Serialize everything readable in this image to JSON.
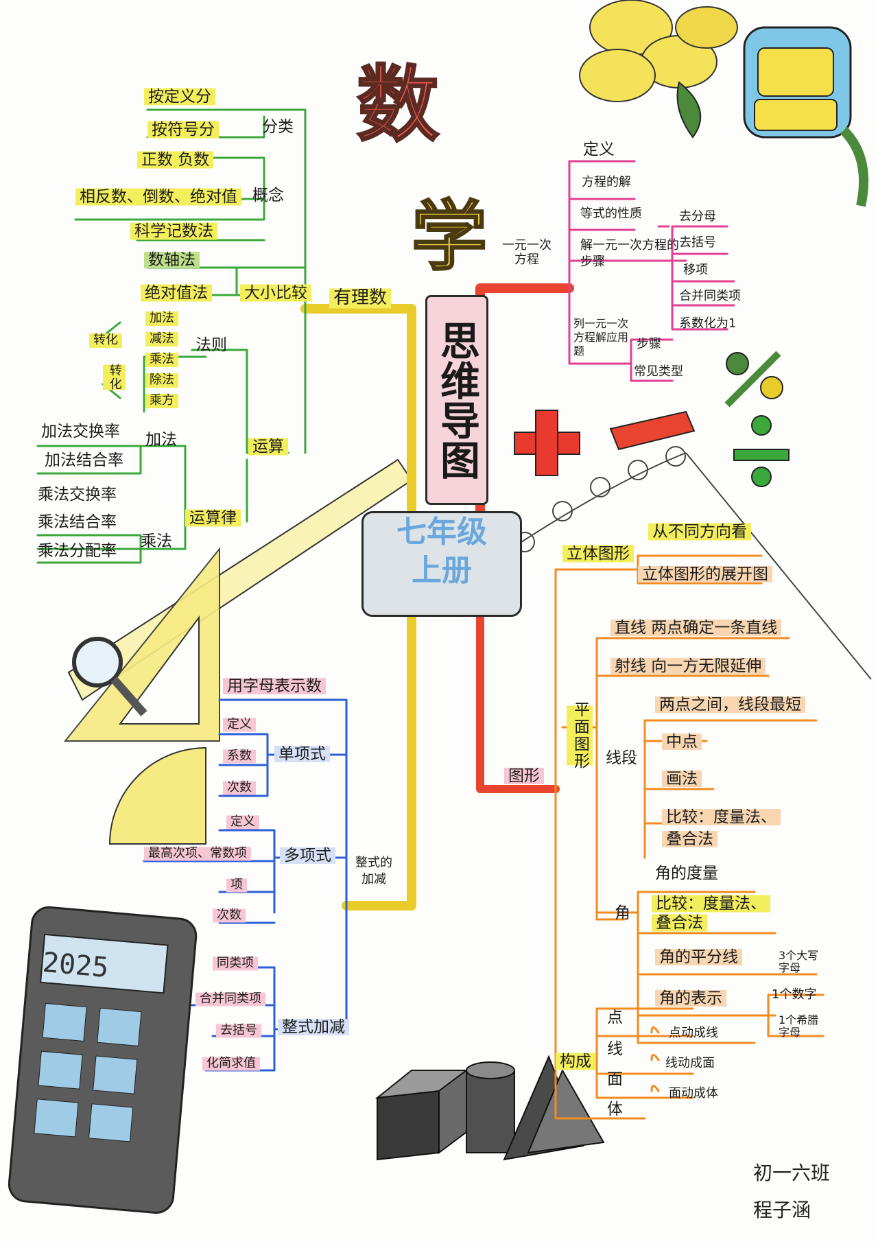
{
  "title": {
    "char1": "数",
    "char2": "学",
    "vertical": "思维导图"
  },
  "center": {
    "line1": "七年级",
    "line2": "上册"
  },
  "signature": {
    "class": "初一六班",
    "name": "程子涵"
  },
  "colors": {
    "green": "#3aa83a",
    "yellow": "#e9cb2a",
    "red": "#e8442f",
    "pink": "#e23e92",
    "orange": "#f38a1e",
    "blue": "#2c5fd8"
  },
  "rational": {
    "label": "有理数",
    "classification": {
      "label": "分类",
      "items": [
        "按定义分",
        "按符号分"
      ]
    },
    "concepts": {
      "label": "概念",
      "items": [
        "正数 负数",
        "相反数、倒数、绝对值",
        "科学记数法"
      ]
    },
    "comparison": {
      "label": "大小比较",
      "items": [
        "数轴法",
        "绝对值法"
      ]
    },
    "operations": {
      "label": "运算",
      "rules": {
        "label": "法则",
        "items": [
          "加法",
          "减法",
          "乘法",
          "除法",
          "乘方"
        ],
        "convert1": "转化",
        "convert2": "转化"
      },
      "laws": {
        "label": "运算律",
        "addition": {
          "label": "加法",
          "items": [
            "加法交换率",
            "加法结合率"
          ]
        },
        "multiplication": {
          "label": "乘法",
          "items": [
            "乘法交换率",
            "乘法结合率",
            "乘法分配率"
          ]
        }
      }
    }
  },
  "equation": {
    "label": "一元一次方程",
    "items": [
      "定义",
      "方程的解",
      "等式的性质"
    ],
    "solve": {
      "label": "解一元一次方程的步骤",
      "steps": [
        "去分母",
        "去括号",
        "移项",
        "合并同类项",
        "系数化为1"
      ]
    },
    "word": {
      "label": "列一元一次方程解应用题",
      "items": [
        "步骤",
        "常见类型"
      ]
    }
  },
  "geometry": {
    "label": "图形",
    "solid": {
      "label": "立体图形",
      "items": [
        "从不同方向看",
        "立体图形的展开图"
      ]
    },
    "plane": {
      "label": "平面图形",
      "line": "直线 两点确定一条直线",
      "ray": "射线 向一方无限延伸",
      "segment": {
        "label": "线段",
        "items": [
          "两点之间，线段最短",
          "中点",
          "画法",
          "比较：度量法、",
          "叠合法"
        ]
      },
      "angle": {
        "label": "角",
        "items": [
          "角的度量",
          "比较：度量法、",
          "叠合法",
          "角的平分线",
          "角的表示"
        ],
        "notation": [
          "3个大写字母",
          "1个数字",
          "1个希腊字母"
        ]
      }
    },
    "composition": {
      "label": "构成",
      "elements": [
        "点",
        "线",
        "面",
        "体"
      ],
      "motion": [
        "点动成线",
        "线动成面",
        "面动成体"
      ]
    }
  },
  "polynomial": {
    "label": "整式的加减",
    "letters": "用字母表示数",
    "monomial": {
      "label": "单项式",
      "items": [
        "定义",
        "系数",
        "次数"
      ]
    },
    "poly": {
      "label": "多项式",
      "items": [
        "定义",
        "最高次项、常数项",
        "项",
        "次数"
      ]
    },
    "addsub": {
      "label": "整式加减",
      "items": [
        "同类项",
        "合并同类项",
        "去括号",
        "化简求值"
      ]
    }
  },
  "calculator": {
    "display": "2025"
  }
}
